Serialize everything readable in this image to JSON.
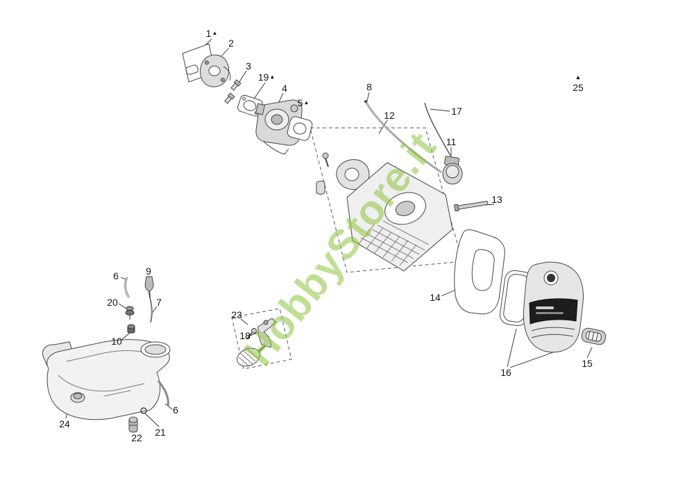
{
  "watermark": "HobbyStore.it",
  "colors": {
    "watermark_green": "#8DC63F"
  },
  "labels": {
    "p1": {
      "text": "1",
      "marker": "▲"
    },
    "p2": {
      "text": "2"
    },
    "p3": {
      "text": "3"
    },
    "p19": {
      "text": "19",
      "marker": "▲"
    },
    "p4": {
      "text": "4"
    },
    "p5": {
      "text": "5",
      "marker": "▲"
    },
    "p8": {
      "text": "8"
    },
    "p12": {
      "text": "12"
    },
    "p17": {
      "text": "17"
    },
    "p11": {
      "text": "11"
    },
    "p13": {
      "text": "13"
    },
    "p25": {
      "text": "25",
      "marker": "▲"
    },
    "p14": {
      "text": "14"
    },
    "p15": {
      "text": "15"
    },
    "p16": {
      "text": "16"
    },
    "p23": {
      "text": "23"
    },
    "p18": {
      "text": "18"
    },
    "p6a": {
      "text": "6"
    },
    "p9": {
      "text": "9"
    },
    "p20": {
      "text": "20"
    },
    "p7": {
      "text": "7"
    },
    "p10": {
      "text": "10"
    },
    "p24": {
      "text": "24"
    },
    "p22": {
      "text": "22"
    },
    "p21": {
      "text": "21"
    },
    "p6b": {
      "text": "6"
    }
  }
}
